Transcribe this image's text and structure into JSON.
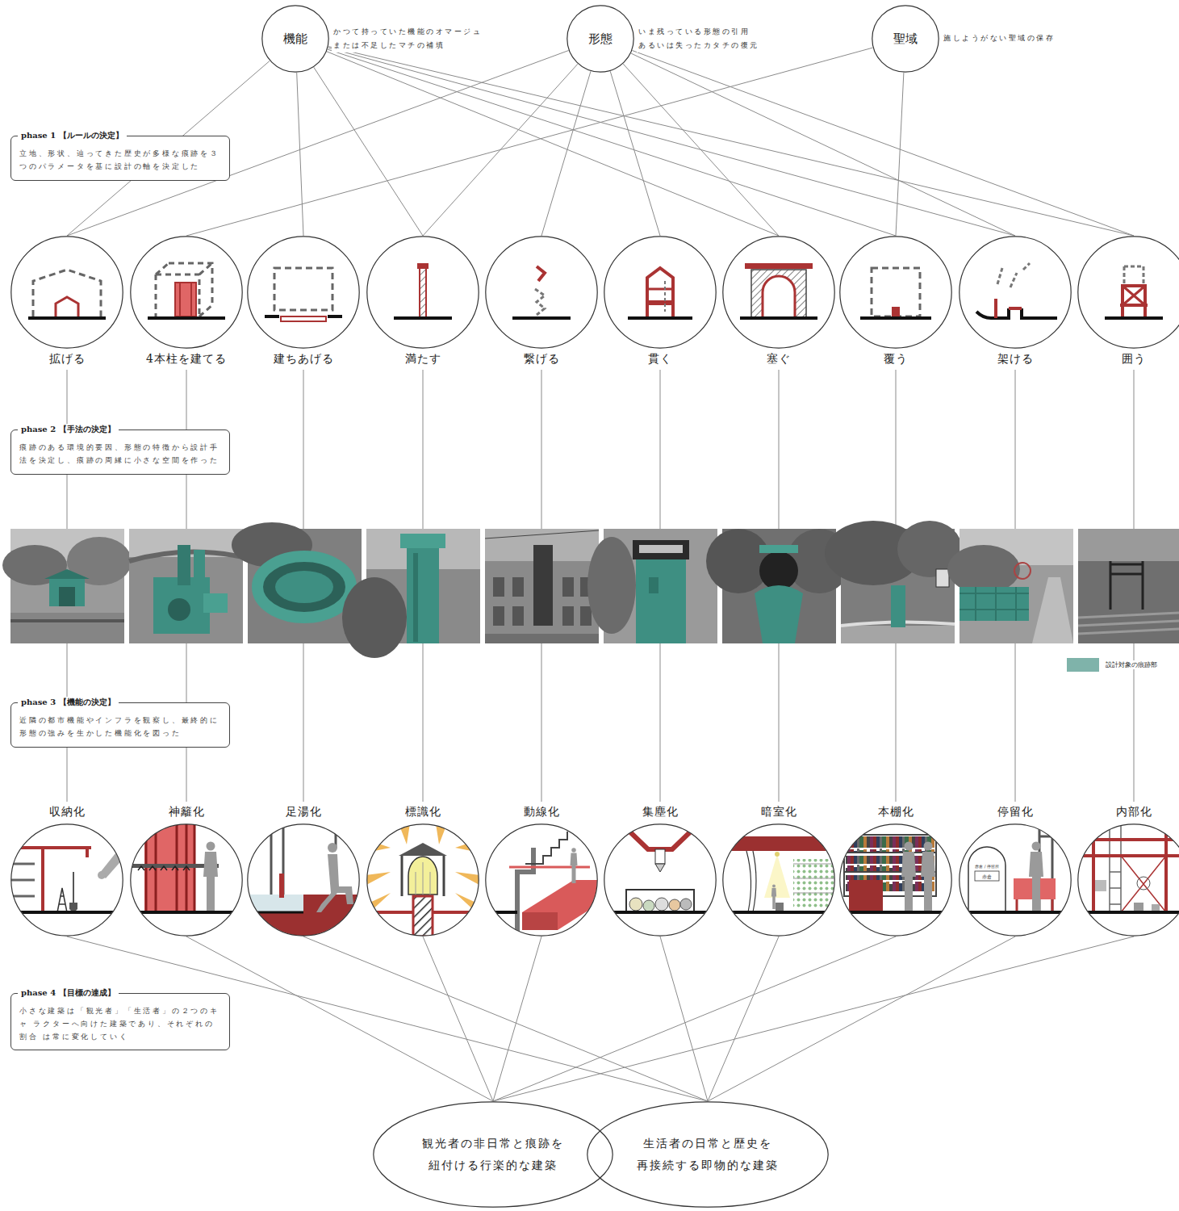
{
  "diagram": {
    "nodes": [
      {
        "text": [
          "機能",
          "かつて持っていた機能のオマージュ または不足したマチの補填"
        ]
      },
      {
        "text": [
          "形態",
          "いま残っている形態の引用 あるいは失ったカタチの復元"
        ]
      },
      {
        "text": [
          "聖域",
          "施しようがない聖域の保存"
        ]
      },
      {
        "text": [
          "phase 1 【ルールの決定】",
          "立地、形状、辿ってきた歴史が多様な痕跡を３ つのパラメータを基に設計の軸を決定した"
        ]
      },
      {
        "text": [
          "拡げる"
        ]
      },
      {
        "text": [
          "4本柱を建てる"
        ]
      },
      {
        "text": [
          "建ちあげる"
        ]
      },
      {
        "text": [
          "満たす"
        ]
      },
      {
        "text": [
          "繋げる"
        ]
      },
      {
        "text": [
          "貫く"
        ]
      },
      {
        "text": [
          "塞ぐ"
        ]
      },
      {
        "text": [
          "覆う"
        ]
      },
      {
        "text": [
          "架ける"
        ]
      },
      {
        "text": [
          "囲う"
        ]
      },
      {
        "text": [
          "phase 2 【手法の決定】",
          "痕跡のある環境的要因、形態の特徴から設計手 法を決定し、痕跡の周縁に小さな空間を作った"
        ]
      },
      {
        "text": [
          "phase 3 【機能の決定】",
          "近隣の都市機能やインフラを観察し、最終的に 形態の強みを生かした機能化を図った"
        ]
      },
      {
        "text": [
          "収納化"
        ]
      },
      {
        "text": [
          "神籬化"
        ]
      },
      {
        "text": [
          "足湯化"
        ]
      },
      {
        "text": [
          "標識化"
        ]
      },
      {
        "text": [
          "動線化"
        ]
      },
      {
        "text": [
          "集塵化"
        ]
      },
      {
        "text": [
          "暗室化"
        ]
      },
      {
        "text": [
          "本棚化"
        ]
      },
      {
        "text": [
          "停留化"
        ]
      },
      {
        "text": [
          "内部化"
        ]
      },
      {
        "text": [
          "phase 4 【目標の達成】",
          "小さな建築は「観光者」「生活者」の２つのキャ ラクターへ向けた建築であり、それぞれの割合 は常に変化していく"
        ]
      },
      {
        "text": [
          "観光者の非日常と痕跡を 紐付ける行楽的な建築"
        ]
      },
      {
        "text": [
          "生活者の日常と歴史を 再接続する即物的な建築"
        ]
      }
    ],
    "edges": [
      {
        "from": 0,
        "to": 4,
        "arrow": "none"
      },
      {
        "from": 0,
        "to": 6,
        "arrow": "none"
      },
      {
        "from": 0,
        "to": 7,
        "arrow": "none"
      },
      {
        "from": 0,
        "to": 10,
        "arrow": "none"
      },
      {
        "from": 0,
        "to": 11,
        "arrow": "none"
      },
      {
        "from": 0,
        "to": 12,
        "arrow": "none"
      },
      {
        "from": 0,
        "to": 13,
        "arrow": "none"
      },
      {
        "from": 1,
        "to": 4,
        "arrow": "none"
      },
      {
        "from": 1,
        "to": 7,
        "arrow": "none"
      },
      {
        "from": 1,
        "to": 8,
        "arrow": "none"
      },
      {
        "from": 1,
        "to": 9,
        "arrow": "none"
      },
      {
        "from": 1,
        "to": 10,
        "arrow": "none"
      },
      {
        "from": 1,
        "to": 12,
        "arrow": "none"
      },
      {
        "from": 1,
        "to": 13,
        "arrow": "none"
      },
      {
        "from": 2,
        "to": 5,
        "arrow": "none"
      },
      {
        "from": 2,
        "to": 11,
        "arrow": "none"
      },
      {
        "from": 4,
        "to": 16,
        "arrow": "none"
      },
      {
        "from": 5,
        "to": 17,
        "arrow": "none"
      },
      {
        "from": 6,
        "to": 18,
        "arrow": "none"
      },
      {
        "from": 7,
        "to": 19,
        "arrow": "none"
      },
      {
        "from": 8,
        "to": 20,
        "arrow": "none"
      },
      {
        "from": 9,
        "to": 21,
        "arrow": "none"
      },
      {
        "from": 10,
        "to": 22,
        "arrow": "none"
      },
      {
        "from": 11,
        "to": 23,
        "arrow": "none"
      },
      {
        "from": 12,
        "to": 24,
        "arrow": "none"
      },
      {
        "from": 13,
        "to": 25,
        "arrow": "none"
      },
      {
        "from": 16,
        "to": 28,
        "arrow": "none"
      },
      {
        "from": 17,
        "to": 27,
        "arrow": "none"
      },
      {
        "from": 18,
        "to": 28,
        "arrow": "none"
      },
      {
        "from": 19,
        "to": 27,
        "arrow": "none"
      },
      {
        "from": 20,
        "to": 27,
        "arrow": "none"
      },
      {
        "from": 21,
        "to": 28,
        "arrow": "none"
      },
      {
        "from": 22,
        "to": 28,
        "arrow": "none"
      },
      {
        "from": 23,
        "to": 27,
        "arrow": "none"
      },
      {
        "from": 24,
        "to": 28,
        "arrow": "none"
      },
      {
        "from": 25,
        "to": 27,
        "arrow": "none"
      }
    ],
    "labels": [
      "赤倉 / 停留所",
      "赤倉"
    ],
    "legend": [
      {
        "text": "設計対象の痕跡部",
        "color": "#7fb3aa"
      }
    ]
  }
}
